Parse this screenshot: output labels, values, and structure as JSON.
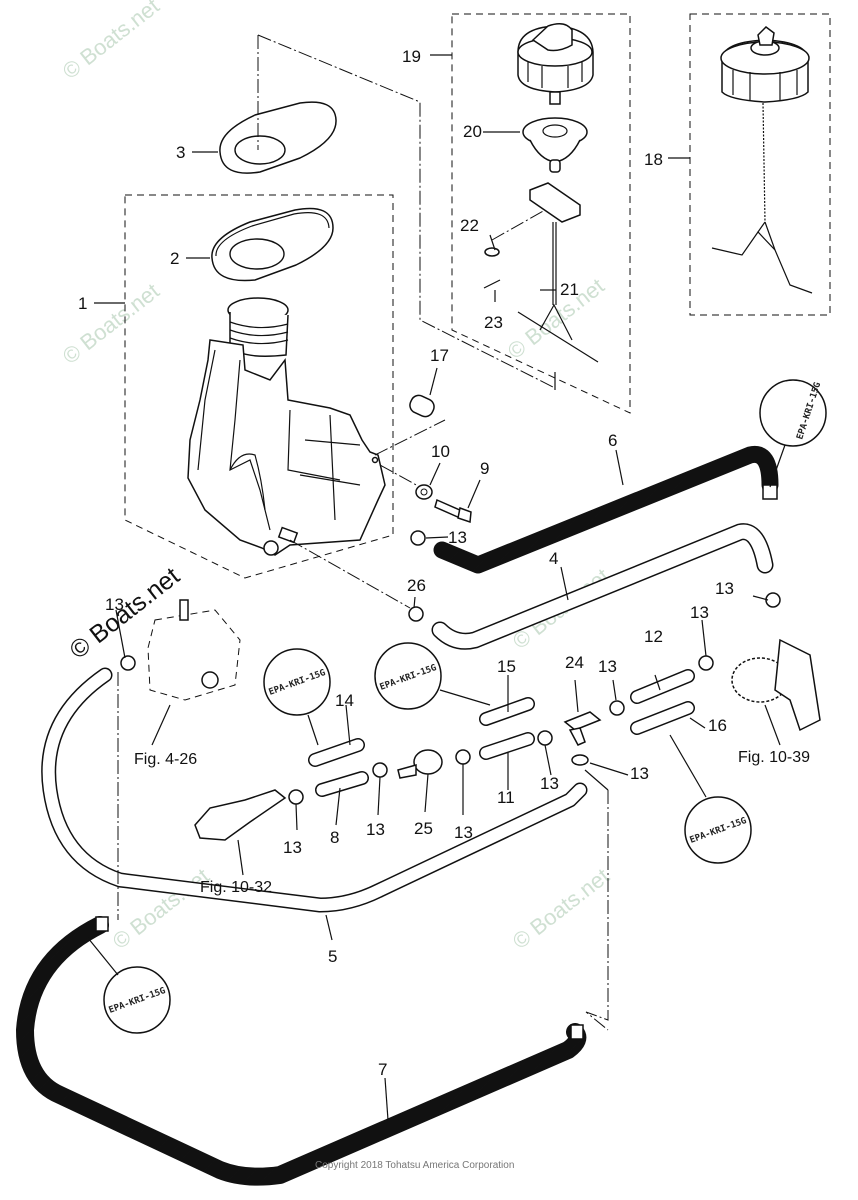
{
  "diagram": {
    "title": "Fuel Tank / Fuel Line Exploded Parts Diagram",
    "part_labels": [
      {
        "id": "p1",
        "text": "1"
      },
      {
        "id": "p2",
        "text": "2"
      },
      {
        "id": "p3",
        "text": "3"
      },
      {
        "id": "p4",
        "text": "4"
      },
      {
        "id": "p5",
        "text": "5"
      },
      {
        "id": "p6",
        "text": "6"
      },
      {
        "id": "p7",
        "text": "7"
      },
      {
        "id": "p8",
        "text": "8"
      },
      {
        "id": "p9",
        "text": "9"
      },
      {
        "id": "p10",
        "text": "10"
      },
      {
        "id": "p11",
        "text": "11"
      },
      {
        "id": "p12",
        "text": "12"
      },
      {
        "id": "p13",
        "text": "13"
      },
      {
        "id": "p14",
        "text": "14"
      },
      {
        "id": "p15",
        "text": "15"
      },
      {
        "id": "p16",
        "text": "16"
      },
      {
        "id": "p17",
        "text": "17"
      },
      {
        "id": "p18",
        "text": "18"
      },
      {
        "id": "p19",
        "text": "19"
      },
      {
        "id": "p20",
        "text": "20"
      },
      {
        "id": "p21",
        "text": "21"
      },
      {
        "id": "p22",
        "text": "22"
      },
      {
        "id": "p23",
        "text": "23"
      },
      {
        "id": "p24",
        "text": "24"
      },
      {
        "id": "p25",
        "text": "25"
      },
      {
        "id": "p26",
        "text": "26"
      }
    ],
    "clamp_label": "13",
    "figure_refs": {
      "fuel_pump": "Fig. 4-26",
      "connector": "Fig. 10-32",
      "filter": "Fig. 10-39"
    },
    "hose_marking": "EPA-KRI-15G",
    "watermark": "© Boats.net",
    "copyright": "Copyright 2018 Tohatsu America Corporation"
  }
}
